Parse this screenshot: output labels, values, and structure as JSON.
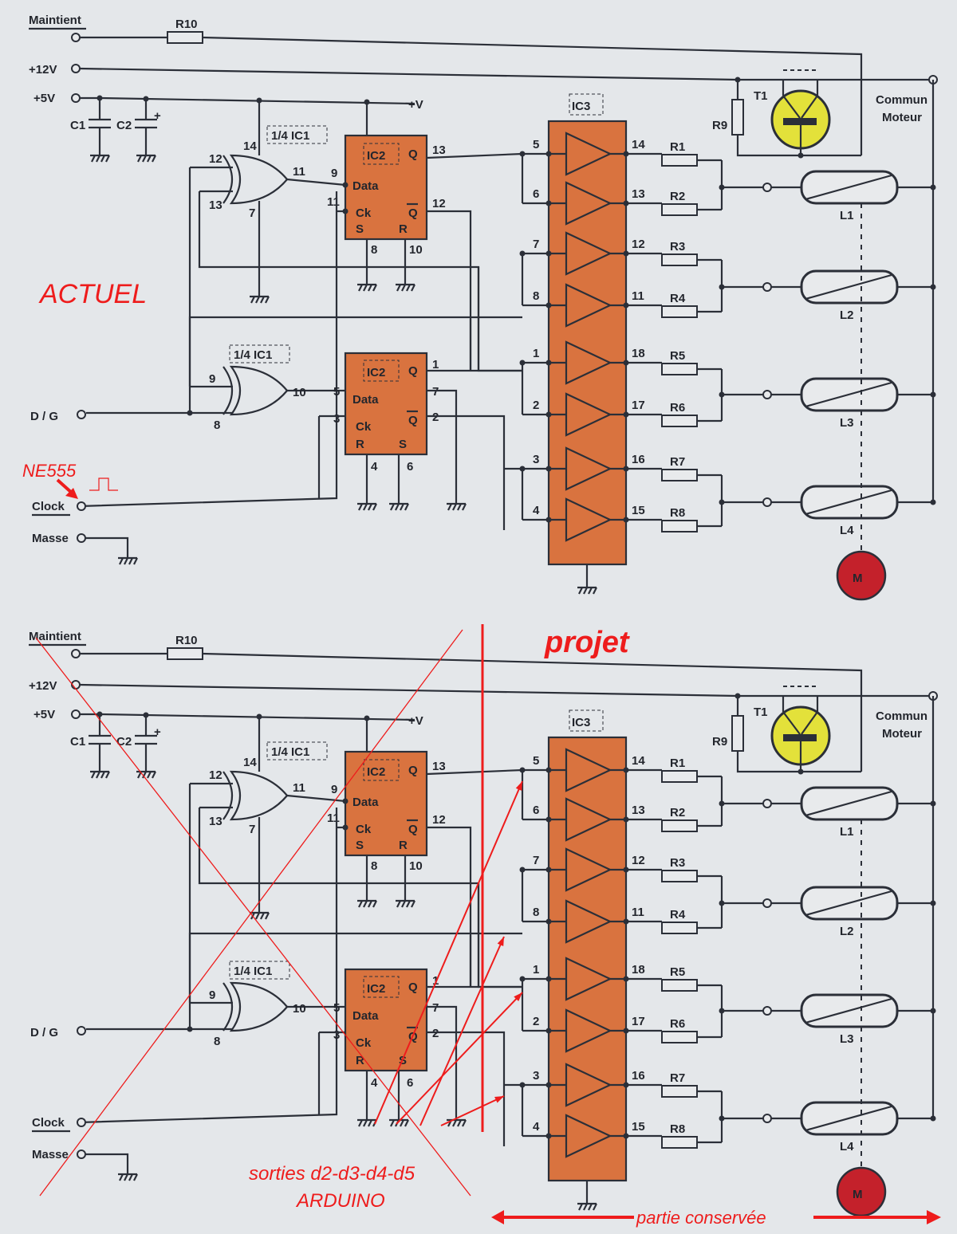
{
  "schematics": [
    {
      "id": "actuel",
      "annotation": "ACTUEL",
      "clock_note": "NE555"
    },
    {
      "id": "projet",
      "annotation": "projet"
    }
  ],
  "labels": {
    "maintient": "Maintient",
    "v12": "+12V",
    "v5": "+5V",
    "vplus": "+V",
    "c1": "C1",
    "c2": "C2",
    "r10": "R10",
    "r9": "R9",
    "t1": "T1",
    "commun": "Commun",
    "moteur": "Moteur",
    "ic3": "IC3",
    "ic2": "IC2",
    "gate": "1/4 IC1",
    "data": "Data",
    "ck": "Ck",
    "s": "S",
    "r": "R",
    "q": "Q",
    "qbar": "Q",
    "dg": "D / G",
    "clock": "Clock",
    "masse": "Masse",
    "motor": "M",
    "resistors": [
      "R1",
      "R2",
      "R3",
      "R4",
      "R5",
      "R6",
      "R7",
      "R8"
    ],
    "coils": [
      "L1",
      "L2",
      "L3",
      "L4"
    ],
    "ic3_in": [
      "5",
      "6",
      "7",
      "8",
      "1",
      "2",
      "3",
      "4"
    ],
    "ic3_out": [
      "14",
      "13",
      "12",
      "11",
      "18",
      "17",
      "16",
      "15"
    ],
    "xor1_pins": [
      "12",
      "13",
      "11",
      "14",
      "7"
    ],
    "xor2_pins": [
      "9",
      "8",
      "10"
    ],
    "ic2a_pins": [
      "9",
      "11",
      "13",
      "12",
      "8",
      "10"
    ],
    "ic2b_pins": [
      "5",
      "3",
      "1",
      "7",
      "2",
      "4",
      "6"
    ]
  },
  "annotations": {
    "outputs_line1": "sorties d2-d3-d4-d5",
    "outputs_line2": "ARDUINO",
    "kept_part": "partie conservée"
  },
  "colors": {
    "ic": "#d9733f",
    "transistor": "#e3e13a",
    "motor": "#c4212b",
    "annotation": "#ee1c1c",
    "wire": "#2b2f38"
  }
}
